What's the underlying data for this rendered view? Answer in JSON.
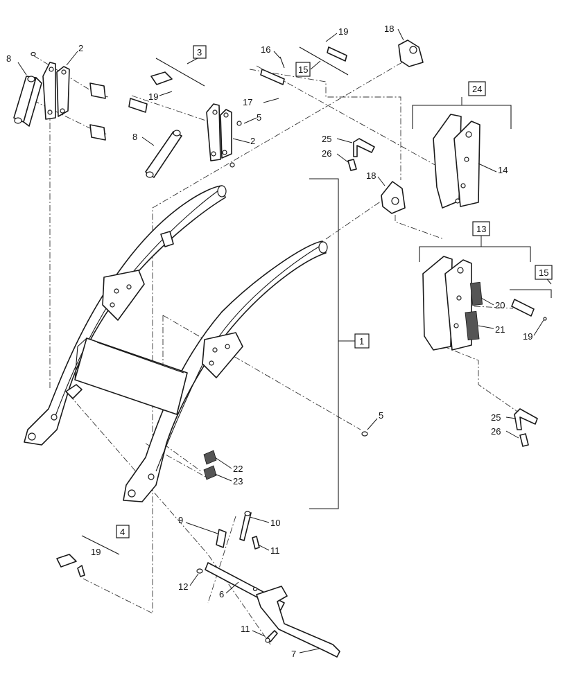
{
  "labels": {
    "l8a": "8",
    "l2a": "2",
    "l3": "3",
    "l19a": "19",
    "l16": "16",
    "l17": "17",
    "l5a": "5",
    "l8b": "8",
    "l2b": "2",
    "l19b": "19",
    "l15a": "15",
    "l18a": "18",
    "l24": "24",
    "l14": "14",
    "l25a": "25",
    "l26a": "26",
    "l18b": "18",
    "l13": "13",
    "l15b": "15",
    "l20": "20",
    "l21": "21",
    "l19c": "19",
    "l1": "1",
    "l5b": "5",
    "l25b": "25",
    "l26b": "26",
    "l22": "22",
    "l23": "23",
    "l9": "9",
    "l10": "10",
    "l11a": "11",
    "l4": "4",
    "l19d": "19",
    "l12": "12",
    "l6": "6",
    "l11b": "11",
    "l7": "7"
  }
}
